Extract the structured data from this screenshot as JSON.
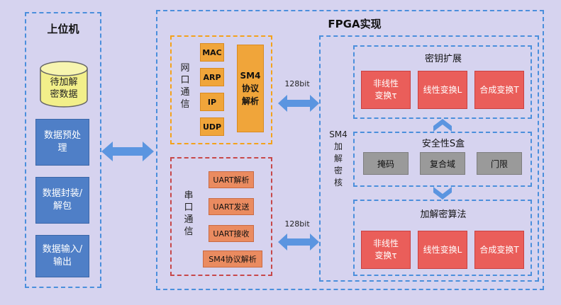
{
  "host": {
    "title": "上位机",
    "db_label": "待加解\n密数据",
    "boxes": [
      "数据预处\n理",
      "数据封装/\n解包",
      "数据输入/\n输出"
    ]
  },
  "fpga": {
    "title": "FPGA实现",
    "net": {
      "label": "网\n口\n通\n信",
      "protocols": [
        "MAC",
        "ARP",
        "IP",
        "UDP"
      ],
      "parser": "SM4\n协议\n解析"
    },
    "serial": {
      "label": "串\n口\n通\n信",
      "items": [
        "UART解析",
        "UART发送",
        "UART接收",
        "SM4协议解析"
      ]
    },
    "bus_width_top": "128bit",
    "bus_width_bottom": "128bit",
    "sm4": {
      "label": "SM4\n加\n解\n密\n核",
      "key_expansion": {
        "title": "密钥扩展",
        "boxes": [
          "非线性\n变换τ",
          "线性变换L",
          "合成变换T"
        ]
      },
      "sbox": {
        "title": "安全性S盒",
        "boxes": [
          "掩码",
          "复合域",
          "门限"
        ]
      },
      "algorithm": {
        "title": "加解密算法",
        "boxes": [
          "非线性\n变换τ",
          "线性变换L",
          "合成变换T"
        ]
      }
    }
  },
  "colors": {
    "background": "#d6d3ef",
    "dash_blue": "#4b8fdc",
    "dash_orange": "#f4a21b",
    "dash_red": "#c7484a",
    "arrow": "#5b95e0"
  }
}
